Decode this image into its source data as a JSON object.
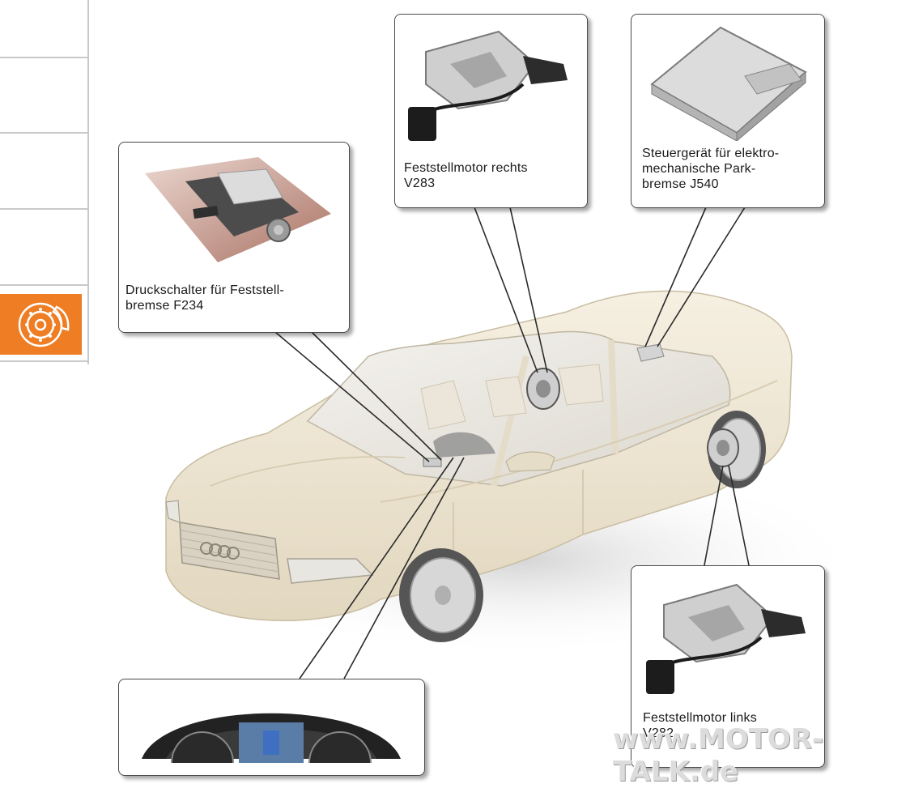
{
  "callouts": {
    "switch": "Druckschalter für Feststell-\nbremse F234",
    "motor_right": "Feststellmotor rechts\nV283",
    "control_unit": "Steuergerät für elektro-\nmechanische Park-\nbremse J540",
    "motor_left": "Feststellmotor links\nV282"
  },
  "watermark": "www.MOTOR-TALK.de",
  "colors": {
    "accent": "#ee7d23",
    "car_body": "#efe6d2",
    "box_border": "#4a4a4a"
  },
  "icons": {
    "sidebar_active": "brake-disc-icon"
  }
}
